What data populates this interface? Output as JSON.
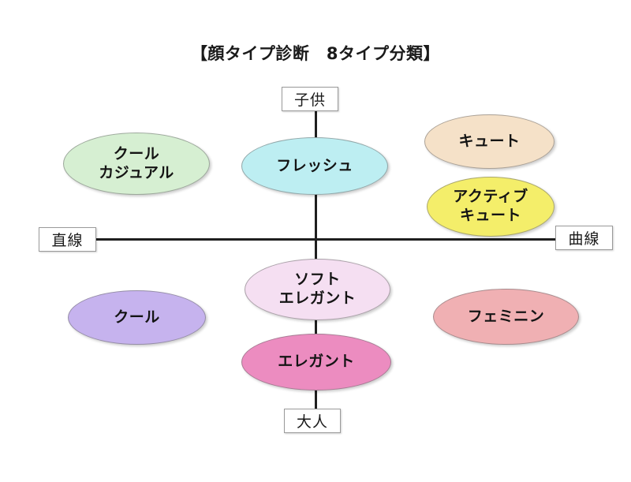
{
  "title": "【顔タイプ診断　8タイプ分類】",
  "axes": {
    "vertical": {
      "top_label": "子供",
      "bottom_label": "大人"
    },
    "horizontal": {
      "left_label": "直線",
      "right_label": "曲線"
    }
  },
  "types": [
    {
      "id": "cool-casual",
      "line1": "クール",
      "line2": "カジュアル",
      "color": "#d6efd2",
      "quadrant": "child-straight"
    },
    {
      "id": "fresh",
      "line1": "フレッシュ",
      "line2": "",
      "color": "#bdeef2",
      "quadrant": "child-center"
    },
    {
      "id": "cute",
      "line1": "キュート",
      "line2": "",
      "color": "#f5e1c8",
      "quadrant": "child-curve"
    },
    {
      "id": "active-cute",
      "line1": "アクティブ",
      "line2": "キュート",
      "color": "#f4ee6a",
      "quadrant": "child-curve"
    },
    {
      "id": "cool",
      "line1": "クール",
      "line2": "",
      "color": "#c6b3ee",
      "quadrant": "adult-straight"
    },
    {
      "id": "soft-elegant",
      "line1": "ソフト",
      "line2": "エレガント",
      "color": "#f5dff2",
      "quadrant": "adult-center"
    },
    {
      "id": "feminine",
      "line1": "フェミニン",
      "line2": "",
      "color": "#f0b0b3",
      "quadrant": "adult-curve"
    },
    {
      "id": "elegant",
      "line1": "エレガント",
      "line2": "",
      "color": "#ec8cc0",
      "quadrant": "adult-center"
    }
  ]
}
